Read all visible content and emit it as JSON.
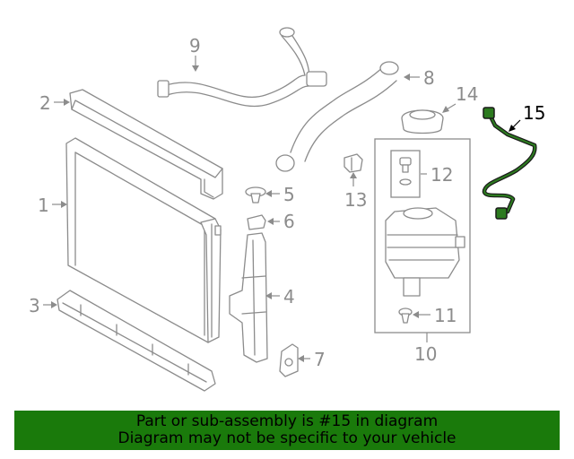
{
  "callouts": {
    "c1": "1",
    "c2": "2",
    "c3": "3",
    "c4": "4",
    "c5": "5",
    "c6": "6",
    "c7": "7",
    "c8": "8",
    "c9": "9",
    "c10": "10",
    "c11": "11",
    "c12": "12",
    "c13": "13",
    "c14": "14",
    "c15": "15"
  },
  "highlight_callout": "15",
  "colors": {
    "banner": "#1a7a0b",
    "part_lines": "#8c8c8c",
    "highlight_part": "#2c7a1f"
  },
  "banner": {
    "line1": "Part or sub-assembly is #15 in diagram",
    "line2": "Diagram may not be specific to your vehicle"
  }
}
